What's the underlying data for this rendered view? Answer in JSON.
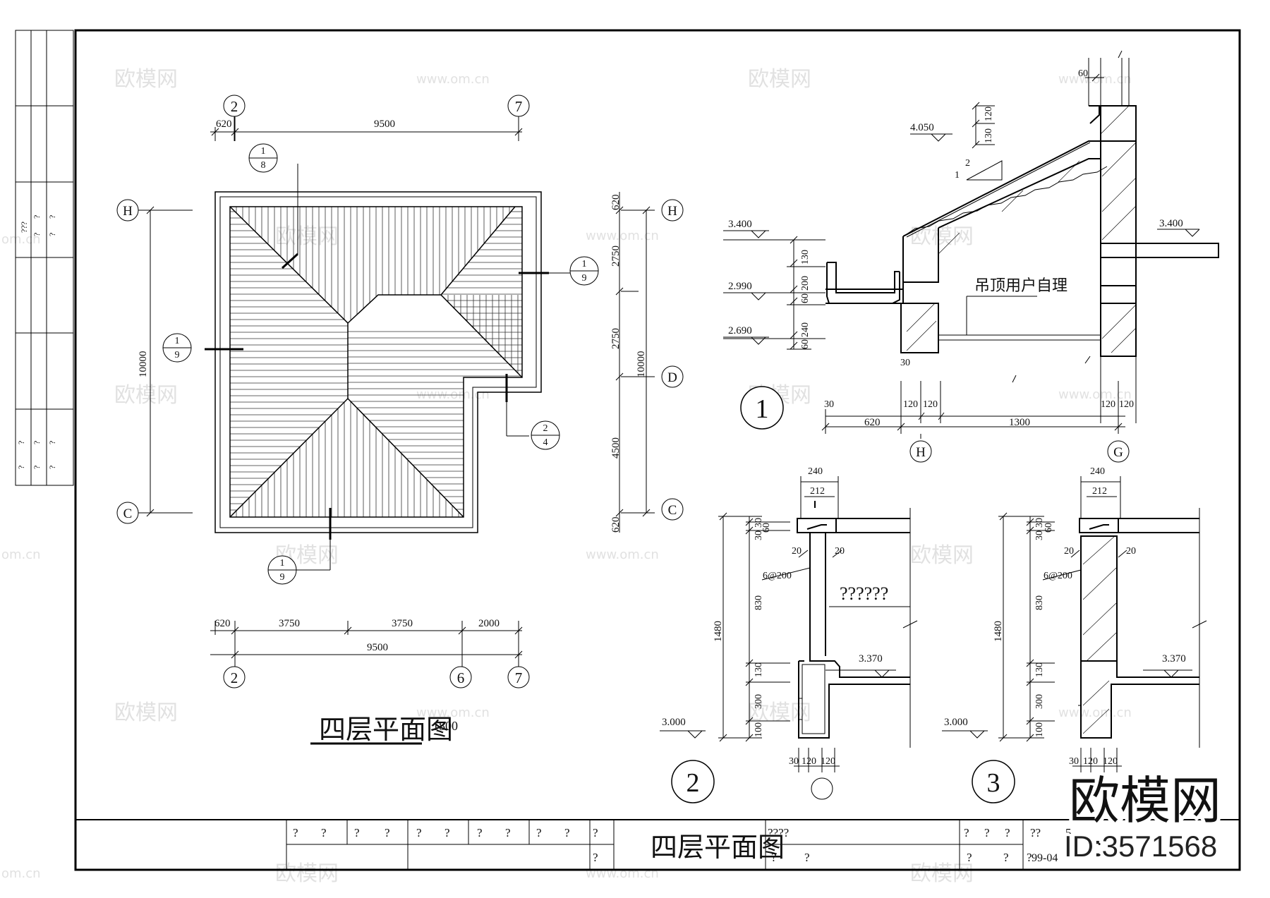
{
  "titles": {
    "plan_title": "四层平面图",
    "plan_title_overlap": "1800",
    "block_title": "四层平面图",
    "ceiling_note": "吊顶用户自理",
    "hidden_note": "??????"
  },
  "plan": {
    "axes_top": [
      "2",
      "7"
    ],
    "axes_bottom": [
      "2",
      "6",
      "7"
    ],
    "axes_left": [
      "H",
      "C"
    ],
    "axes_right": [
      "H",
      "D",
      "C"
    ],
    "top_dims": [
      "620",
      "9500"
    ],
    "bottom_dims": [
      "620",
      "3750",
      "3750",
      "2000"
    ],
    "bottom_total": "9500",
    "left_total": "10000",
    "right_dims": [
      "620",
      "2750",
      "2750",
      "4500",
      "620"
    ],
    "right_total": "10000",
    "callouts": [
      {
        "num": "1",
        "den": "8"
      },
      {
        "num": "1",
        "den": "9"
      },
      {
        "num": "1",
        "den": "9"
      },
      {
        "num": "2",
        "den": "4"
      },
      {
        "num": "1",
        "den": "9"
      }
    ]
  },
  "section1": {
    "label": "1",
    "levels": [
      "4.050",
      "3.400",
      "2.990",
      "2.690",
      "3.400"
    ],
    "left_dims": [
      "130",
      "200",
      "60",
      "240",
      "60"
    ],
    "top_dims": [
      "120",
      "130"
    ],
    "parapet_dim": "60",
    "slope_a": "1",
    "slope_b": "2",
    "bottom_dims": [
      "30",
      "120",
      "120",
      "120",
      "120",
      "30"
    ],
    "spans": [
      "620",
      "1300"
    ],
    "axes": [
      "H",
      "G"
    ]
  },
  "section2": {
    "label": "2",
    "top": [
      "240",
      "212"
    ],
    "left_dims": [
      "30",
      "30",
      "830",
      "130",
      "300",
      "100"
    ],
    "total": "1480",
    "right_dim": "60",
    "side_dims": [
      "20",
      "20"
    ],
    "rebar": "6@200",
    "levels": [
      "3.370",
      "3.000"
    ],
    "bottom": [
      "30",
      "120",
      "120"
    ]
  },
  "section3": {
    "label": "3",
    "top": [
      "240",
      "212"
    ],
    "left_dims": [
      "30",
      "30",
      "830",
      "130",
      "300",
      "100"
    ],
    "total": "1480",
    "right_dim": "60",
    "side_dims": [
      "20",
      "20"
    ],
    "rebar": "6@200",
    "levels": [
      "3.370",
      "3.000"
    ],
    "bottom": [
      "30",
      "120",
      "120"
    ]
  },
  "title_block": {
    "cells_row1": [
      "?",
      "?",
      "?",
      "?",
      "?",
      "?",
      "?",
      "?",
      "?",
      "?",
      "?",
      "?"
    ],
    "cells_row2": [
      "?"
    ],
    "project": "????",
    "right_row1": [
      "?",
      "?",
      "?",
      "??",
      "5"
    ],
    "right_row2": [
      "?",
      "?",
      "?",
      "?",
      "99-04"
    ]
  },
  "left_strip": {
    "a": [
      "???",
      "?",
      "?",
      "?",
      "?"
    ],
    "b": [
      "?",
      "?",
      "?",
      "?",
      "?",
      "?"
    ]
  },
  "watermark": {
    "brand": "欧模网",
    "site": "www.om.cn",
    "site_short": "om.cn",
    "id_text": "ID:3571568"
  }
}
